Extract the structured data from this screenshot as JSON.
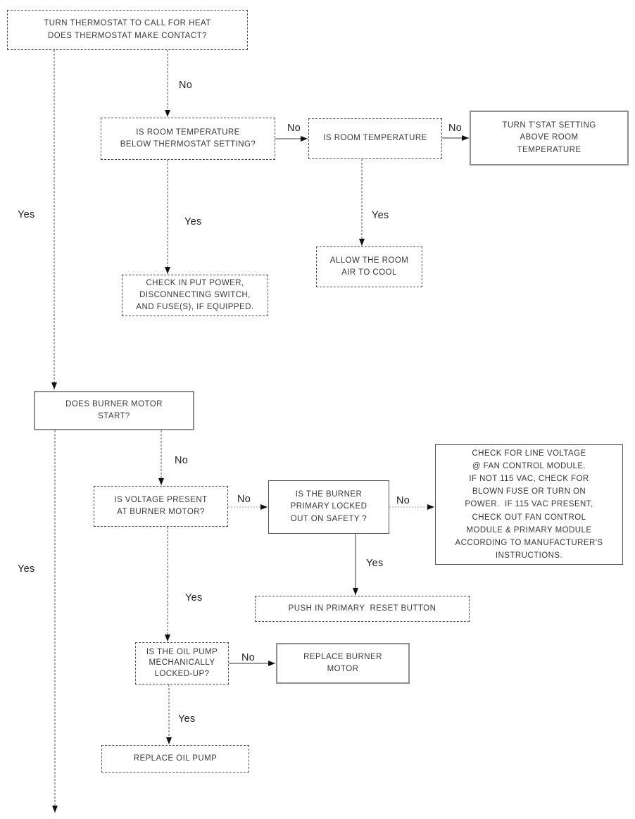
{
  "diagram": {
    "type": "flowchart",
    "subject": "oil burner / thermostat troubleshooting",
    "colors": {
      "background": "#ffffff",
      "box_border": "#4f4f4f",
      "text": "#383838",
      "line": "#555555",
      "arrowhead": "#111111"
    },
    "nodes": {
      "turn_thermostat": {
        "lines": [
          "TURN THERMOSTAT TO CALL FOR HEAT",
          "DOES THERMOSTAT MAKE CONTACT?"
        ]
      },
      "is_room_temp_below": {
        "lines": [
          "IS ROOM TEMPERATURE",
          "BELOW THERMOSTAT SETTING?"
        ]
      },
      "is_room_temp": {
        "lines": [
          "IS ROOM TEMPERATURE"
        ]
      },
      "turn_tstat_setting": {
        "lines": [
          "TURN T'STAT SETTING",
          "ABOVE ROOM",
          "TEMPERATURE"
        ]
      },
      "allow_room_air": {
        "lines": [
          "ALLOW THE ROOM",
          "AIR TO COOL"
        ]
      },
      "check_input_power": {
        "lines": [
          "CHECK IN PUT POWER,",
          "DISCONNECTING SWITCH,",
          "AND FUSE(S), IF EQUIPPED."
        ]
      },
      "does_burner_motor_start": {
        "lines": [
          "DOES BURNER MOTOR",
          "START?"
        ]
      },
      "is_voltage_present": {
        "lines": [
          "IS VOLTAGE PRESENT",
          "AT BURNER MOTOR?"
        ]
      },
      "is_burner_primary_locked": {
        "lines": [
          "IS THE BURNER",
          "PRIMARY LOCKED",
          "OUT ON SAFETY ?"
        ]
      },
      "check_line_voltage": {
        "lines": [
          "CHECK FOR LINE VOLTAGE",
          "@ FAN CONTROL MODULE.",
          "IF NOT 115 VAC, CHECK FOR",
          "BLOWN FUSE OR TURN ON",
          "POWER.  IF 115 VAC PRESENT,",
          "CHECK OUT FAN CONTROL",
          "MODULE & PRIMARY MODULE",
          "ACCORDING TO MANUFACTURER'S",
          "INSTRUCTIONS."
        ]
      },
      "push_reset": {
        "lines": [
          "PUSH IN PRIMARY  RESET BUTTON"
        ]
      },
      "is_oil_pump_locked": {
        "lines": [
          "IS THE OIL PUMP",
          "MECHANICALLY",
          "LOCKED-UP?"
        ]
      },
      "replace_burner_motor": {
        "lines": [
          "REPLACE BURNER",
          "MOTOR"
        ]
      },
      "replace_oil_pump": {
        "lines": [
          "REPLACE OIL PUMP"
        ]
      }
    },
    "edges": [
      {
        "from": "turn_thermostat",
        "to": "is_room_temp_below",
        "label": "No"
      },
      {
        "from": "turn_thermostat",
        "to": "does_burner_motor_start",
        "label": "Yes"
      },
      {
        "from": "is_room_temp_below",
        "to": "is_room_temp",
        "label": "No"
      },
      {
        "from": "is_room_temp",
        "to": "turn_tstat_setting",
        "label": "No"
      },
      {
        "from": "is_room_temp_below",
        "to": "check_input_power",
        "label": "Yes"
      },
      {
        "from": "is_room_temp",
        "to": "allow_room_air",
        "label": "Yes"
      },
      {
        "from": "does_burner_motor_start",
        "to": "is_voltage_present",
        "label": "No"
      },
      {
        "from": "does_burner_motor_start",
        "to": "off_page_bottom",
        "label": "Yes"
      },
      {
        "from": "is_voltage_present",
        "to": "is_burner_primary_locked",
        "label": "No"
      },
      {
        "from": "is_burner_primary_locked",
        "to": "check_line_voltage",
        "label": "No"
      },
      {
        "from": "is_burner_primary_locked",
        "to": "push_reset",
        "label": "Yes"
      },
      {
        "from": "is_voltage_present",
        "to": "is_oil_pump_locked",
        "label": "Yes"
      },
      {
        "from": "is_oil_pump_locked",
        "to": "replace_burner_motor",
        "label": "No"
      },
      {
        "from": "is_oil_pump_locked",
        "to": "replace_oil_pump",
        "label": "Yes"
      }
    ]
  }
}
